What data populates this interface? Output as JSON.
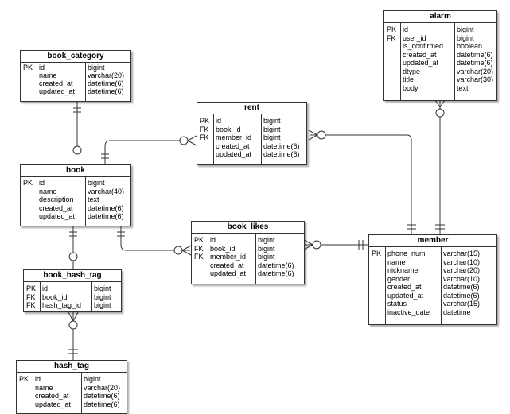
{
  "entities": [
    {
      "id": "book_category",
      "title": "book_category",
      "rows": [
        {
          "key": "PK",
          "name": "id",
          "type": "bigint"
        },
        {
          "key": "",
          "name": "name",
          "type": "varchar(20)"
        },
        {
          "key": "",
          "name": "created_at",
          "type": "datetime(6)"
        },
        {
          "key": "",
          "name": "updated_at",
          "type": "datetime(6)"
        }
      ]
    },
    {
      "id": "book",
      "title": "book",
      "rows": [
        {
          "key": "PK",
          "name": "id",
          "type": "bigint"
        },
        {
          "key": "",
          "name": "name",
          "type": "varchar(40)"
        },
        {
          "key": "",
          "name": "description",
          "type": "text"
        },
        {
          "key": "",
          "name": "created_at",
          "type": "datetime(6)"
        },
        {
          "key": "",
          "name": "updated_at",
          "type": "datetime(6)"
        }
      ]
    },
    {
      "id": "rent",
      "title": "rent",
      "rows": [
        {
          "key": "PK",
          "name": "id",
          "type": "bigint"
        },
        {
          "key": "FK",
          "name": "book_id",
          "type": "bigint"
        },
        {
          "key": "FK",
          "name": "member_id",
          "type": "bigint"
        },
        {
          "key": "",
          "name": "created_at",
          "type": "datetime(6)"
        },
        {
          "key": "",
          "name": "updated_at",
          "type": "datetime(6)"
        }
      ]
    },
    {
      "id": "alarm",
      "title": "alarm",
      "rows": [
        {
          "key": "PK",
          "name": "id",
          "type": "bigint"
        },
        {
          "key": "FK",
          "name": "user_id",
          "type": "bigint"
        },
        {
          "key": "",
          "name": "is_confirmed",
          "type": "boolean"
        },
        {
          "key": "",
          "name": "created_at",
          "type": "datetime(6)"
        },
        {
          "key": "",
          "name": "updated_at",
          "type": "datetime(6)"
        },
        {
          "key": "",
          "name": "dtype",
          "type": "varchar(20)"
        },
        {
          "key": "",
          "name": "title",
          "type": "varchar(30)"
        },
        {
          "key": "",
          "name": "body",
          "type": "text"
        }
      ]
    },
    {
      "id": "book_likes",
      "title": "book_likes",
      "rows": [
        {
          "key": "PK",
          "name": "id",
          "type": "bigint"
        },
        {
          "key": "FK",
          "name": "book_id",
          "type": "bigint"
        },
        {
          "key": "FK",
          "name": "member_id",
          "type": "bigint"
        },
        {
          "key": "",
          "name": "created_at",
          "type": "datetime(6)"
        },
        {
          "key": "",
          "name": "updated_at",
          "type": "datetime(6)"
        }
      ]
    },
    {
      "id": "member",
      "title": "member",
      "rows": [
        {
          "key": "PK",
          "name": "phone_num",
          "type": "varchar(15)"
        },
        {
          "key": "",
          "name": "name",
          "type": "varchar(10)"
        },
        {
          "key": "",
          "name": "nickname",
          "type": "varchar(20)"
        },
        {
          "key": "",
          "name": "gender",
          "type": "varchar(10)"
        },
        {
          "key": "",
          "name": "created_at",
          "type": "datetime(6)"
        },
        {
          "key": "",
          "name": "updated_at",
          "type": "datetime(6)"
        },
        {
          "key": "",
          "name": "status",
          "type": "varchar(15)"
        },
        {
          "key": "",
          "name": "inactive_date",
          "type": "datetime"
        }
      ]
    },
    {
      "id": "book_hash_tag",
      "title": "book_hash_tag",
      "rows": [
        {
          "key": "PK",
          "name": "id",
          "type": "bigint"
        },
        {
          "key": "FK",
          "name": "book_id",
          "type": "bigint"
        },
        {
          "key": "FK",
          "name": "hash_tag_id",
          "type": "bigint"
        }
      ]
    },
    {
      "id": "hash_tag",
      "title": "hash_tag",
      "rows": [
        {
          "key": "PK",
          "name": "id",
          "type": "bigint"
        },
        {
          "key": "",
          "name": "name",
          "type": "varchar(20)"
        },
        {
          "key": "",
          "name": "created_at",
          "type": "datetime(6)"
        },
        {
          "key": "",
          "name": "updated_at",
          "type": "datetime(6)"
        }
      ]
    }
  ],
  "relationships": [
    {
      "from": "book_category",
      "to": "book",
      "from_end": "one-and-only-one",
      "to_end": "zero-or-one"
    },
    {
      "from": "book",
      "to": "rent",
      "from_end": "one-and-only-one",
      "to_end": "zero-or-many"
    },
    {
      "from": "rent",
      "to": "member",
      "from_end": "zero-or-many",
      "to_end": "one-and-only-one"
    },
    {
      "from": "alarm",
      "to": "member",
      "from_end": "zero-or-many",
      "to_end": "one-and-only-one"
    },
    {
      "from": "book",
      "to": "book_likes",
      "from_end": "one-and-only-one",
      "to_end": "zero-or-many"
    },
    {
      "from": "book_likes",
      "to": "member",
      "from_end": "zero-or-many",
      "to_end": "one-and-only-one"
    },
    {
      "from": "book",
      "to": "book_hash_tag",
      "from_end": "one-and-only-one",
      "to_end": "zero-or-one"
    },
    {
      "from": "book_hash_tag",
      "to": "hash_tag",
      "from_end": "zero-or-many",
      "to_end": "one-and-only-one"
    }
  ]
}
